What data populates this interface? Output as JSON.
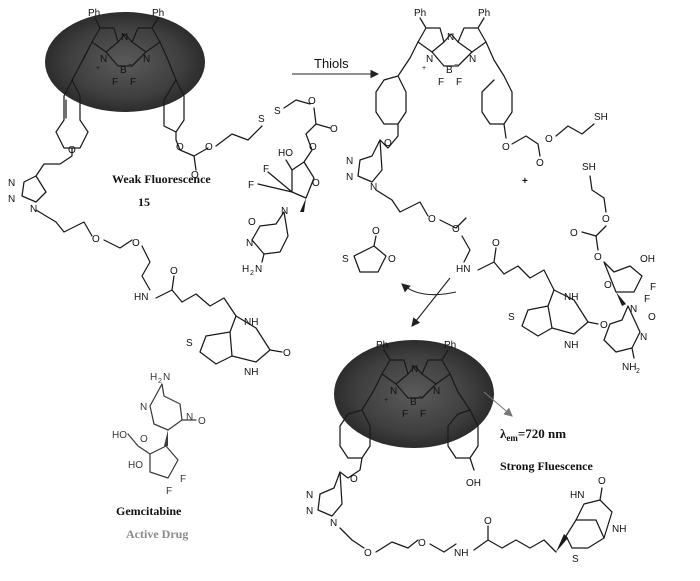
{
  "reagent_label": "Thiols",
  "plus_sign": "+",
  "caption_weak": "Weak Fluorescence",
  "compound_number": "15",
  "lambda_symbol": "λ",
  "lambda_sub": "em",
  "lambda_value": "=720 nm",
  "caption_strong": "Strong Fluescence",
  "drug_name": "Gemcitabine",
  "drug_role": "Active Drug",
  "atoms": {
    "Ph": "Ph",
    "N": "N",
    "B": "B",
    "F": "F",
    "O": "O",
    "S": "S",
    "SH": "SH",
    "NH": "NH",
    "HN": "HN",
    "HO": "HO",
    "OH": "OH",
    "NH2": "NH",
    "sub2": "2",
    "H2N": "H",
    "H2N_tail": "N",
    "plus": "+",
    "minus": "−"
  },
  "colors": {
    "shade": "#3a3a3a",
    "gray_text": "#8a8a8a",
    "ink": "#111111"
  }
}
